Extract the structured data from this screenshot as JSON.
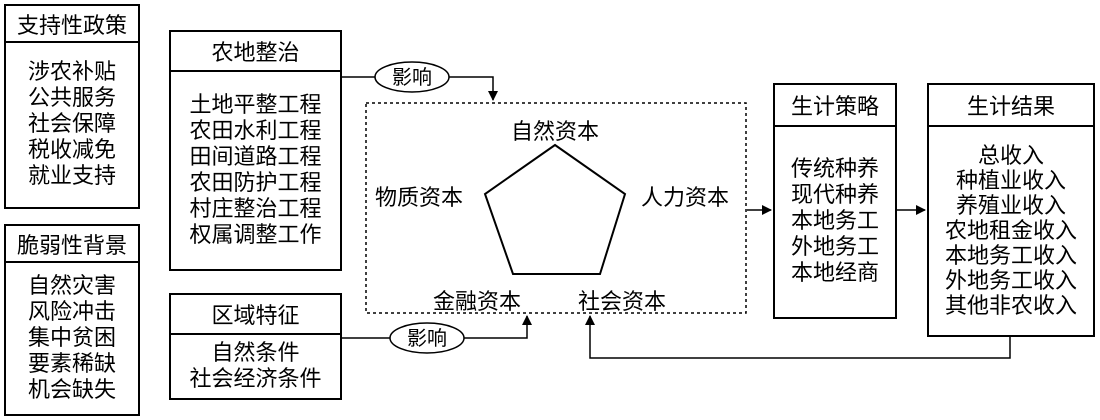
{
  "policy": {
    "title": "支持性政策",
    "items": [
      "涉农补贴",
      "公共服务",
      "社会保障",
      "税收减免",
      "就业支持"
    ]
  },
  "vulnerability": {
    "title": "脆弱性背景",
    "items": [
      "自然灾害",
      "风险冲击",
      "集中贫困",
      "要素稀缺",
      "机会缺失"
    ]
  },
  "land_consolidation": {
    "title": "农地整治",
    "items": [
      "土地平整工程",
      "农田水利工程",
      "田间道路工程",
      "农田防护工程",
      "村庄整治工程",
      "权属调整工作"
    ]
  },
  "regional": {
    "title": "区域特征",
    "items": [
      "自然条件",
      "社会经济条件"
    ]
  },
  "capitals": {
    "natural": "自然资本",
    "human": "人力资本",
    "social": "社会资本",
    "financial": "金融资本",
    "physical": "物质资本"
  },
  "influence_top": "影响",
  "influence_bottom": "影响",
  "strategy": {
    "title": "生计策略",
    "items": [
      "传统种养",
      "现代种养",
      "本地务工",
      "外地务工",
      "本地经商"
    ]
  },
  "outcome": {
    "title": "生计结果",
    "items": [
      "总收入",
      "种植业收入",
      "养殖业收入",
      "农地租金收入",
      "本地务工收入",
      "外地务工收入",
      "其他非农收入"
    ]
  }
}
